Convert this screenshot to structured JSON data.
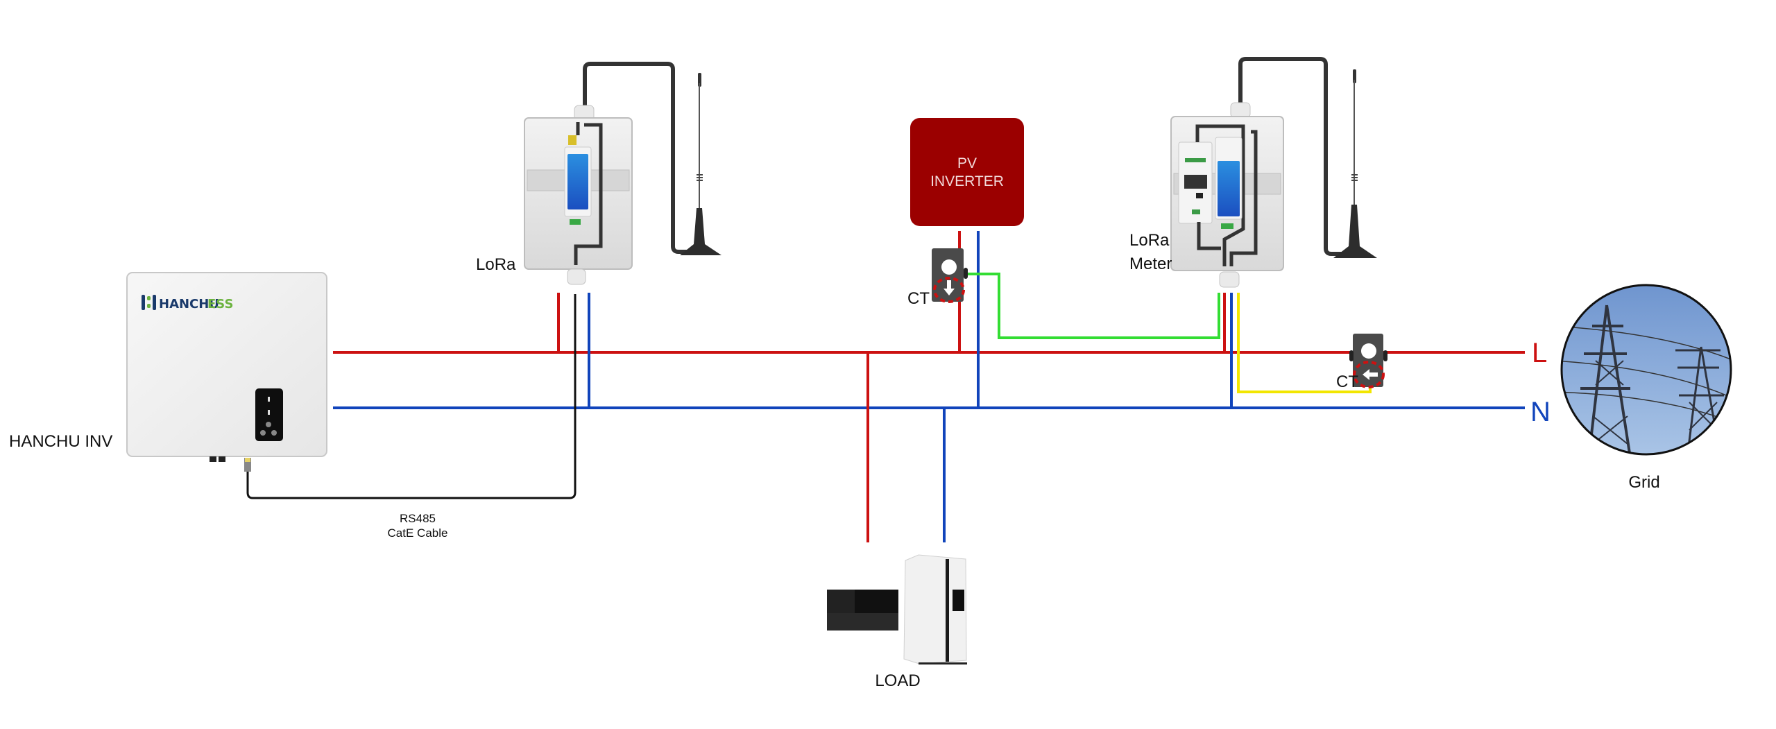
{
  "diagram": {
    "title": "Hanchu ESS LoRa Wiring Diagram",
    "colors": {
      "live": "#cc1111",
      "neutral": "#1144bb",
      "ct_signal_pv": "#33dd33",
      "ct_signal_grid": "#f2e600",
      "comm_cable": "#111111",
      "pv_inverter_fill": "#9b0000",
      "brand_blue": "#1a3a6b",
      "brand_green": "#6cb33f"
    },
    "devices": {
      "hanchu_inverter": {
        "label": "HANCHU INV",
        "brand_main": "HANCHU",
        "brand_suffix": "ESS"
      },
      "lora": {
        "label": "LoRa"
      },
      "pv_inverter": {
        "line1": "PV",
        "line2": "INVERTER"
      },
      "lora_meter": {
        "line1": "LoRa",
        "line2": "Meter"
      },
      "ct_pv": {
        "label": "CT"
      },
      "ct_grid": {
        "label": "CT"
      },
      "grid": {
        "label": "Grid"
      },
      "load": {
        "label": "LOAD"
      }
    },
    "buses": {
      "live": {
        "label": "L"
      },
      "neutral": {
        "label": "N"
      }
    },
    "cable": {
      "line1": "RS485",
      "line2": "CatE Cable"
    }
  }
}
